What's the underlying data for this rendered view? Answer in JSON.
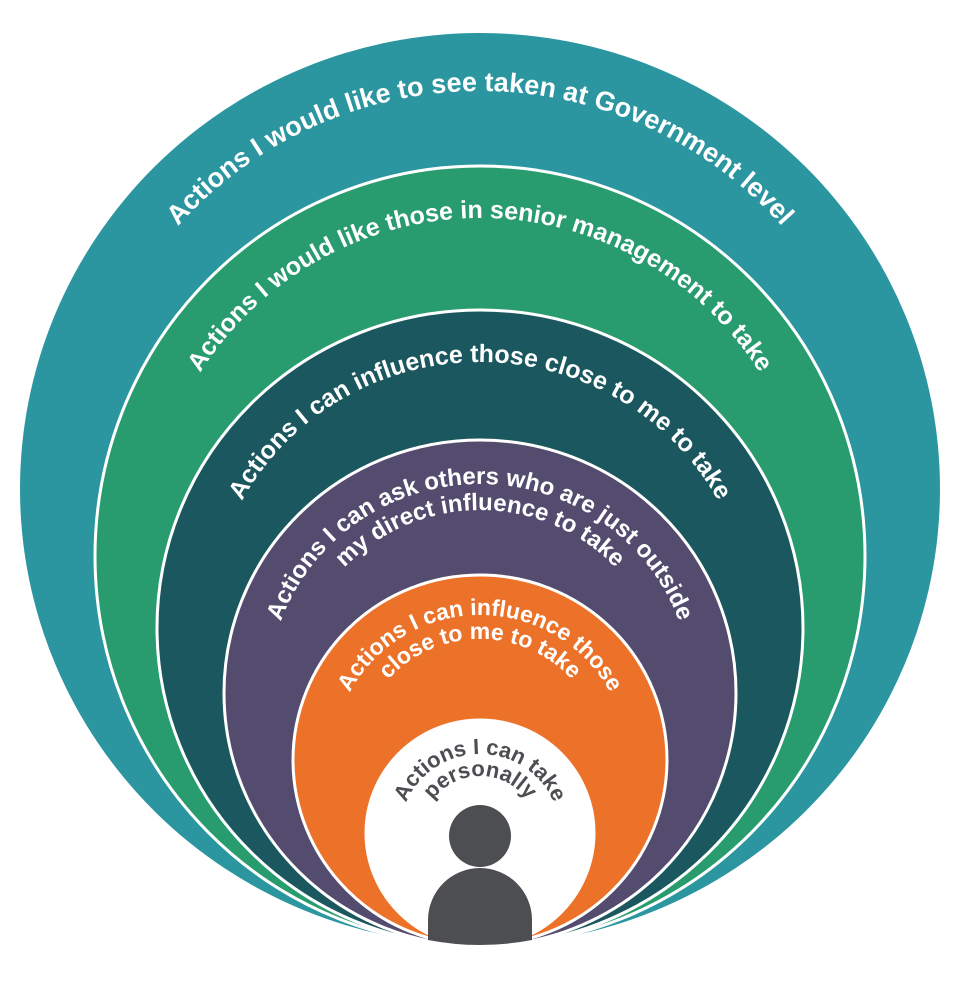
{
  "diagram": {
    "title": "Circles of influence",
    "rings": [
      {
        "id": "government",
        "color": "#2b96a0",
        "labels": [
          "Actions I would like to see taken at Government level"
        ]
      },
      {
        "id": "senior-management",
        "color": "#289c6f",
        "labels": [
          "Actions I would like those in senior management to take"
        ]
      },
      {
        "id": "influence-close",
        "color": "#1b575e",
        "labels": [
          "Actions I can influence those close to me to take"
        ]
      },
      {
        "id": "ask-others",
        "color": "#544c6e",
        "labels": [
          "Actions I can ask others who are just outside",
          "my direct influence to take"
        ]
      },
      {
        "id": "influence-close-inner",
        "color": "#ec722a",
        "labels": [
          "Actions I can influence those",
          "close to me to take"
        ]
      },
      {
        "id": "personal",
        "color": "#ffffff",
        "labels": [
          "Actions I can take",
          "personally"
        ]
      }
    ],
    "separator_color": "#ffffff",
    "person_icon_color": "#4d4e52",
    "personal_text_color": "#4d4e52",
    "background": "#ffffff"
  }
}
